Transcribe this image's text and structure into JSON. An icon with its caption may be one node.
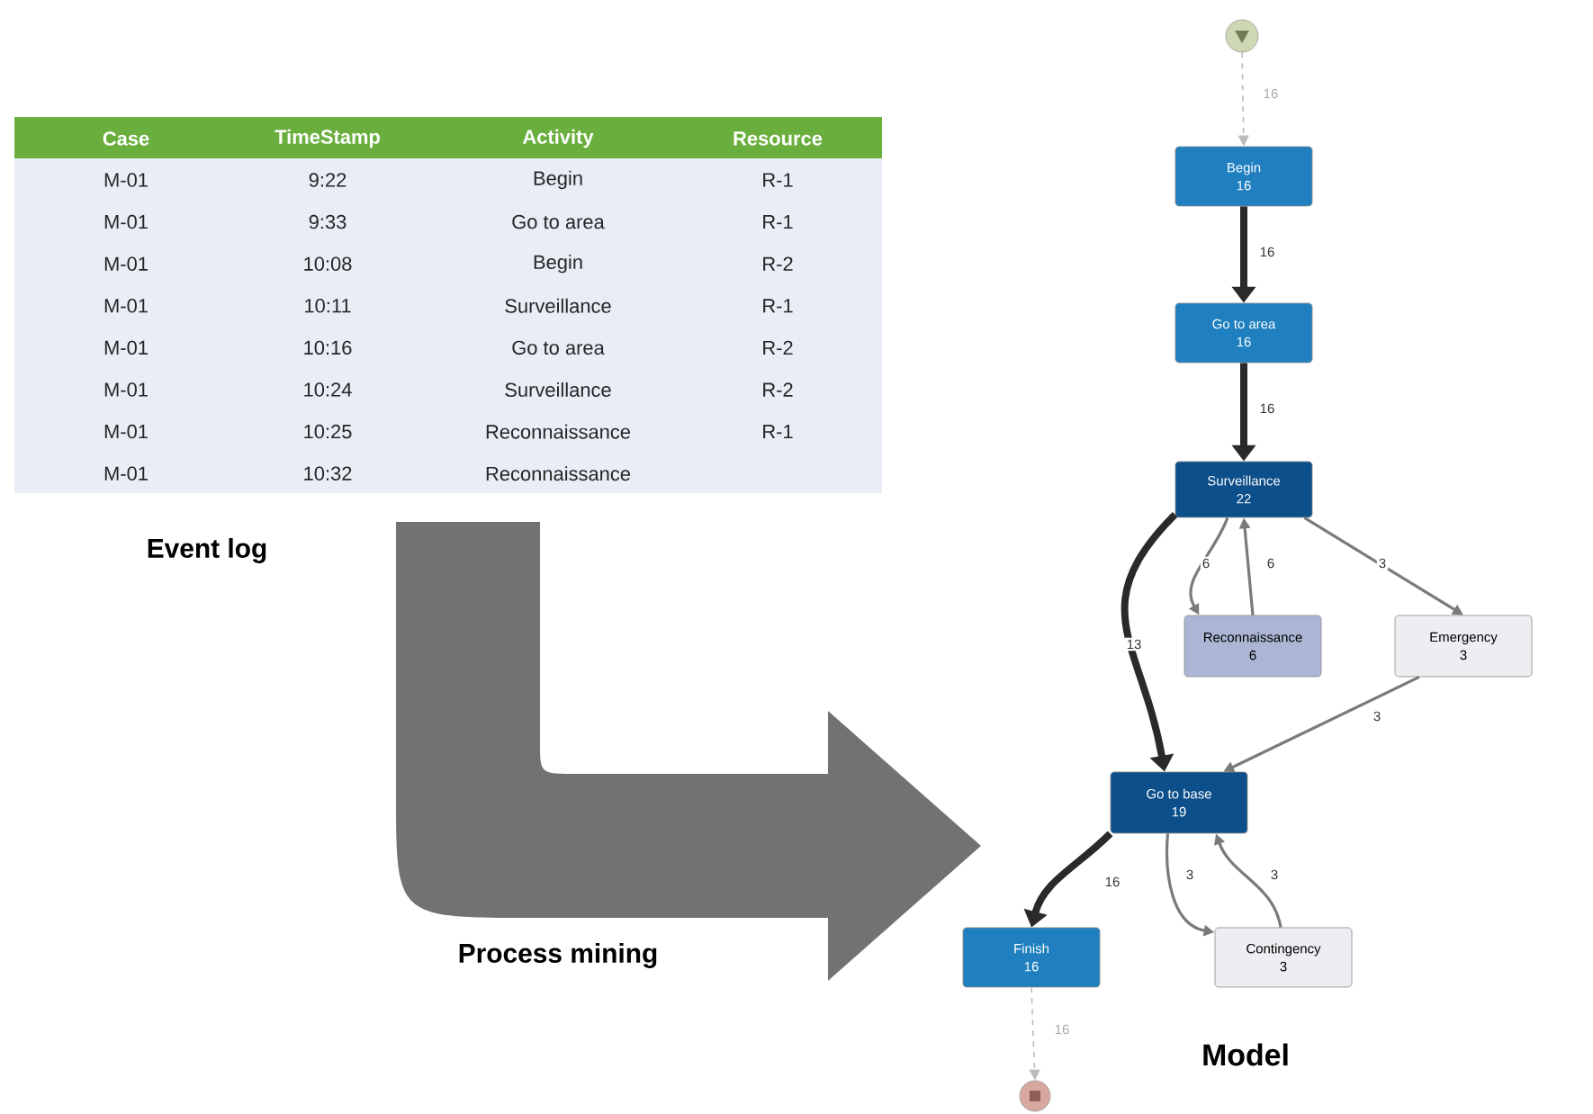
{
  "diagram": {
    "nodes": [
      {
        "text": [],
        "shape": "circle"
      },
      {
        "text": [
          "Begin",
          "16"
        ]
      },
      {
        "text": [
          "Go to area",
          "16"
        ]
      },
      {
        "text": [
          "Surveillance",
          "22"
        ]
      },
      {
        "text": [
          "Reconnaissance",
          "6"
        ]
      },
      {
        "text": [
          "Emergency",
          "3"
        ]
      },
      {
        "text": [
          "Go to base",
          "19"
        ]
      },
      {
        "text": [
          "Finish",
          "16"
        ]
      },
      {
        "text": [
          "Contingency",
          "3"
        ]
      },
      {
        "text": [],
        "shape": "circle"
      }
    ],
    "edges": [
      {
        "from": 0,
        "to": 1,
        "arrow": "to",
        "label": "16",
        "style": "dashed",
        "color": "#bbbbbb"
      },
      {
        "from": 1,
        "to": 2,
        "arrow": "to",
        "label": "16",
        "style": "thick"
      },
      {
        "from": 2,
        "to": 3,
        "arrow": "to",
        "label": "16",
        "style": "thick"
      },
      {
        "from": 3,
        "to": 4,
        "arrow": "to",
        "label": "6"
      },
      {
        "from": 4,
        "to": 3,
        "arrow": "to",
        "label": "6"
      },
      {
        "from": 3,
        "to": 5,
        "arrow": "to",
        "label": "3"
      },
      {
        "from": 3,
        "to": 6,
        "arrow": "to",
        "label": "13",
        "style": "thick"
      },
      {
        "from": 5,
        "to": 6,
        "arrow": "to",
        "label": "3"
      },
      {
        "from": 6,
        "to": 7,
        "arrow": "to",
        "label": "16",
        "style": "thick"
      },
      {
        "from": 6,
        "to": 8,
        "arrow": "to",
        "label": "3"
      },
      {
        "from": 8,
        "to": 6,
        "arrow": "to",
        "label": "3"
      },
      {
        "from": 7,
        "to": 9,
        "arrow": "to",
        "label": "16",
        "style": "dashed",
        "color": "#bbbbbb"
      }
    ],
    "labels": [
      "Case",
      "TimeStamp",
      "Activity",
      "Resource",
      "M-01",
      "9:22",
      "Begin",
      "R-1",
      "M-01",
      "9:33",
      "Go to area",
      "R-1",
      "M-01",
      "10:08",
      "Begin",
      "R-2",
      "M-01",
      "10:11",
      "Surveillance",
      "R-1",
      "M-01",
      "10:16",
      "Go to area",
      "R-2",
      "M-01",
      "10:24",
      "Surveillance",
      "R-2",
      "M-01",
      "10:25",
      "Reconnaissance",
      "R-1",
      "M-01",
      "10:32",
      "Reconnaissance",
      "Event log",
      "Process mining",
      "Model"
    ]
  }
}
